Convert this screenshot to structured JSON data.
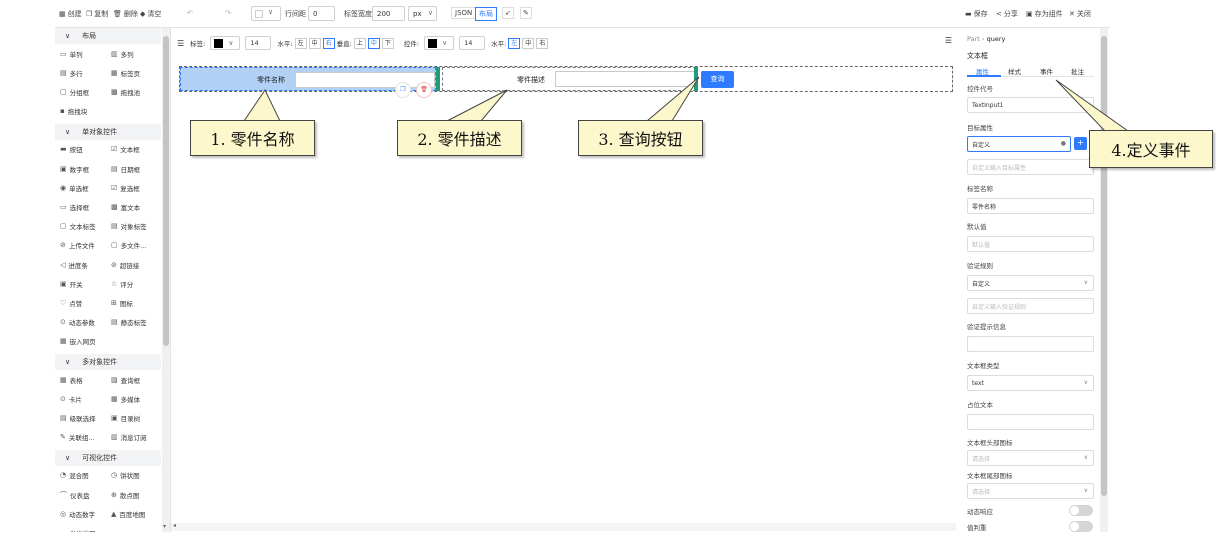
{
  "toolbar": {
    "create": "创建",
    "copy": "复制",
    "delete": "删除",
    "clear": "清空",
    "line_spacing": "行间距",
    "line_spacing_value": "0",
    "label_width": "标签宽度",
    "label_width_value": "200",
    "unit": "px",
    "json": "JSON",
    "layout": "布局",
    "save": "保存",
    "share": "分享",
    "save_component": "存为组件",
    "close": "关闭"
  },
  "sidebar": {
    "sections": [
      {
        "title": "布局",
        "items": [
          "单列",
          "多列",
          "多行",
          "标签页",
          "分组框",
          "拖拽池",
          "拖拽块"
        ]
      },
      {
        "title": "单对象控件",
        "items": [
          "按钮",
          "文本框",
          "数字框",
          "日期框",
          "单选框",
          "复选框",
          "选择框",
          "富文本",
          "文本标签",
          "对象标签",
          "上传文件",
          "多文件...",
          "进度条",
          "超链接",
          "开关",
          "评分",
          "点赞",
          "图标",
          "动态参数",
          "静态标签",
          "嵌入网页"
        ]
      },
      {
        "title": "多对象控件",
        "items": [
          "表格",
          "查询框",
          "卡片",
          "多媒体",
          "级联选择",
          "目录树",
          "关联组...",
          "消息订阅"
        ]
      },
      {
        "title": "可视化控件",
        "items": [
          "混合图",
          "饼状图",
          "仪表盘",
          "散点图",
          "动态数字",
          "百度地图",
          "省份地图"
        ]
      }
    ]
  },
  "canvas_toolbar": {
    "label": "标签:",
    "size1": "14",
    "horizontal": "水平:",
    "h_opts": [
      "左",
      "中",
      "右"
    ],
    "vertical": "垂直:",
    "v_opts": [
      "上",
      "中",
      "下"
    ],
    "control": "控件:",
    "size2": "14",
    "horizontal2": "水平:",
    "h_opts2": [
      "左",
      "中",
      "右"
    ]
  },
  "form": {
    "field1_label": "零件名称",
    "field2_label": "零件描述",
    "query_button": "查询"
  },
  "callouts": [
    "1. 零件名称",
    "2. 零件描述",
    "3. 查询按钮",
    "4.定义事件"
  ],
  "panel": {
    "breadcrumb_part": "Part",
    "breadcrumb_sep": "›",
    "breadcrumb_name": "query",
    "type": "文本框",
    "tabs": [
      "属性",
      "样式",
      "事件",
      "批注"
    ],
    "control_code_label": "控件代号",
    "control_code_value": "TextInput1",
    "target_attr_label": "目标属性",
    "target_attr_value": "自定义",
    "target_attr_ph": "自定义输入目标属性",
    "label_name_label": "标签名称",
    "label_name_value": "零件名称",
    "default_label": "默认值",
    "default_ph": "默认值",
    "validation_label": "验证规则",
    "validation_value": "自定义",
    "validation_ph": "自定义输入验证规则",
    "hint_label": "验证提示信息",
    "textbox_type_label": "文本框类型",
    "textbox_type_value": "text",
    "placeholder_label": "占位文本",
    "head_icon_label": "文本框头部图标",
    "head_icon_ph": "请选择",
    "tail_icon_label": "文本框尾部图标",
    "tail_icon_ph": "请选择",
    "dynamic_label": "动态响应",
    "value_label": "值判重"
  },
  "colors": {
    "accent": "#2f7bff",
    "selected_bg": "#b3d1f7",
    "callout_bg": "#fdf8cc"
  }
}
